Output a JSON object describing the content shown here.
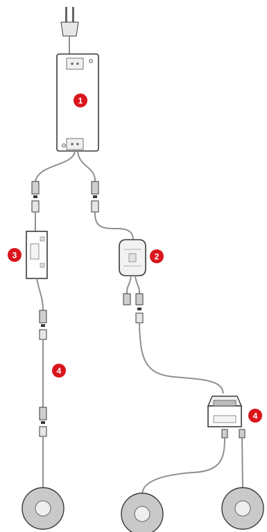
{
  "callouts": [
    {
      "id": "power-supply",
      "label": "1"
    },
    {
      "id": "splitter",
      "label": "2"
    },
    {
      "id": "control-box",
      "label": "3"
    },
    {
      "id": "extension-cable",
      "label": "4"
    },
    {
      "id": "junction-box",
      "label": "4"
    }
  ],
  "colors": {
    "callout_fill": "#d9161c",
    "callout_text": "#ffffff",
    "cable": "#8f8f8f",
    "outline": "#3a3a3a",
    "pad_fill": "#c9c9c9",
    "pad_inner": "#eeeeee"
  }
}
